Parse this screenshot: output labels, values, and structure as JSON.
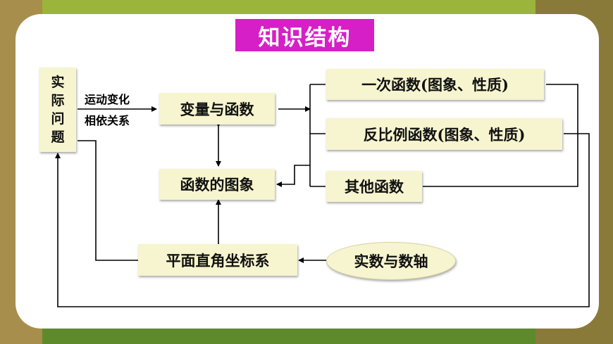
{
  "title": "知识结构",
  "nodes": {
    "practical": [
      "实",
      "际",
      "问",
      "题"
    ],
    "variables_functions": "变量与函数",
    "graph": "函数的图象",
    "coordinate_system": "平面直角坐标系",
    "real_number_line": "实数与数轴",
    "linear": "一次函数(图象、性质)",
    "inverse": "反比例函数(图象、性质)",
    "other": "其他函数"
  },
  "edge_labels": {
    "motion_change": "运动变化",
    "dependency": "相依关系"
  },
  "colors": {
    "title_bg": "#d61fc6",
    "node_bg": "#f7f5cf",
    "panel_bg": "#ffffff",
    "frame_bg": "#6f8a2e"
  }
}
